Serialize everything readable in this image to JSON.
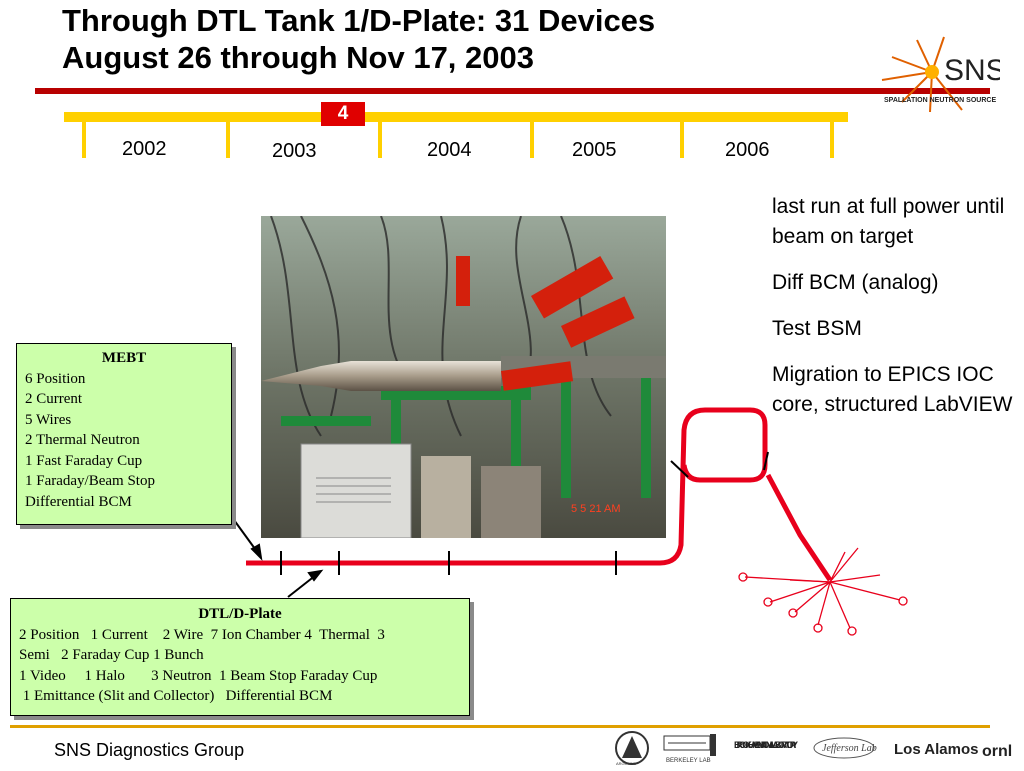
{
  "header": {
    "title_line1": "Through DTL Tank 1/D-Plate: 31 Devices",
    "title_line2": "August 26 through Nov 17, 2003",
    "logo_text": "SNS",
    "logo_subtext": "SPALLATION NEUTRON SOURCE"
  },
  "timeline": {
    "years": [
      "2002",
      "2003",
      "2004",
      "2005",
      "2006"
    ],
    "marker": "4",
    "color": "#ffd000",
    "marker_color": "#e00000"
  },
  "photo": {
    "caption": "5 5 21 AM"
  },
  "notes": {
    "items": [
      "last run at full power until beam on target",
      "Diff BCM (analog)",
      "Test BSM",
      "Migration to EPICS IOC core, structured LabVIEW"
    ]
  },
  "mebt": {
    "title": "MEBT",
    "lines": [
      "6 Position",
      "2 Current",
      "5 Wires",
      "2 Thermal Neutron",
      "1 Fast Faraday Cup",
      "1 Faraday/Beam Stop",
      "Differential BCM"
    ]
  },
  "dtl": {
    "title": "DTL/D-Plate",
    "lines": [
      "2 Position   1 Current    2 Wire  7 Ion Chamber 4  Thermal  3",
      "Semi   2 Faraday Cup 1 Bunch",
      "1 Video     1 Halo       3 Neutron  1 Beam Stop Faraday Cup",
      " 1 Emittance (Slit and Collector)   Differential BCM"
    ]
  },
  "footer": {
    "group": "SNS Diagnostics Group",
    "logos": [
      "ARGONNE",
      "BERKELEY LAB",
      "BROOKHAVEN NATIONAL LABORATORY",
      "Jefferson Lab",
      "Los Alamos",
      "ornl"
    ]
  },
  "colors": {
    "beamline": "#e8001c",
    "box_bg": "#ccffaa",
    "title_rule": "#b80000"
  }
}
